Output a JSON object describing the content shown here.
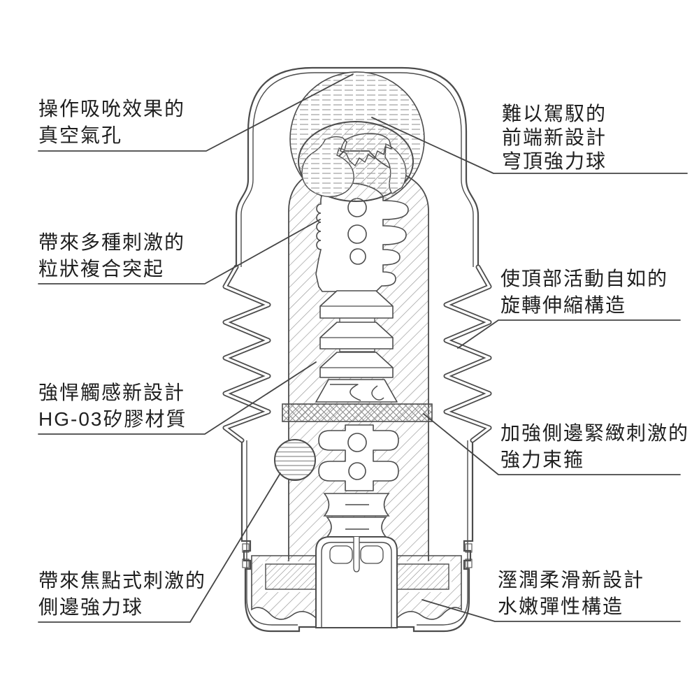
{
  "labels": {
    "vacuum_hole": {
      "lines": [
        "操作吸吮效果的",
        "真空氣孔"
      ]
    },
    "dome_ball": {
      "lines": [
        "難以駕馭的",
        "前端新設計",
        "穹頂強力球"
      ]
    },
    "granule_bumps": {
      "lines": [
        "帶來多種刺激的",
        "粒狀複合突起"
      ]
    },
    "swivel_structure": {
      "lines": [
        "使頂部活動自如的",
        "旋轉伸縮構造"
      ]
    },
    "material": {
      "lines": [
        "強悍觸感新設計",
        "HG-03矽膠材質"
      ]
    },
    "power_band": {
      "lines": [
        "加強側邊緊緻刺激的",
        "強力束箍"
      ]
    },
    "side_ball": {
      "lines": [
        "帶來焦點式刺激的",
        "側邊強力球"
      ]
    },
    "elastic_base": {
      "lines": [
        "溼潤柔滑新設計",
        "水嫩彈性構造"
      ]
    }
  },
  "colors": {
    "background": "#ffffff",
    "line": "#4c4c4c",
    "hatch": "#9c9c9c",
    "text": "#1f1f1f"
  }
}
